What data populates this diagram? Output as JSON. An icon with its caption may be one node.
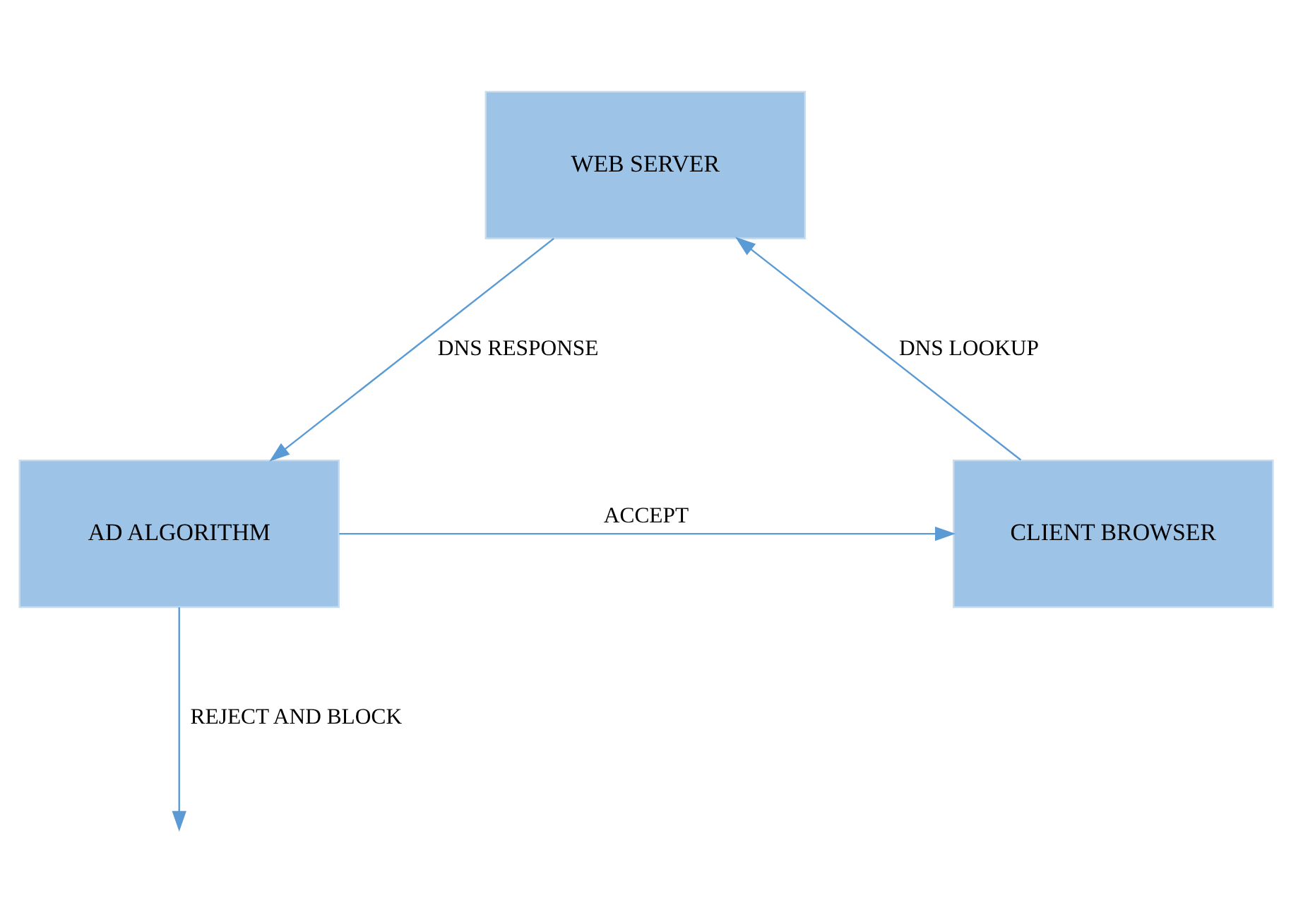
{
  "diagram": {
    "nodes": [
      {
        "text": [
          "WEB SERVER"
        ]
      },
      {
        "text": [
          "AD ALGORITHM"
        ]
      },
      {
        "text": [
          "CLIENT BROWSER"
        ]
      }
    ],
    "edges": [
      {
        "from": 0,
        "to": 1,
        "label": "DNS RESPONSE",
        "arrow": "to"
      },
      {
        "from": 2,
        "to": 0,
        "label": "DNS LOOKUP",
        "arrow": "to"
      },
      {
        "from": 1,
        "to": 2,
        "label": "ACCEPT",
        "arrow": "to"
      },
      {
        "from": 1,
        "to": null,
        "label": "REJECT AND BLOCK",
        "arrow": "to"
      }
    ]
  }
}
